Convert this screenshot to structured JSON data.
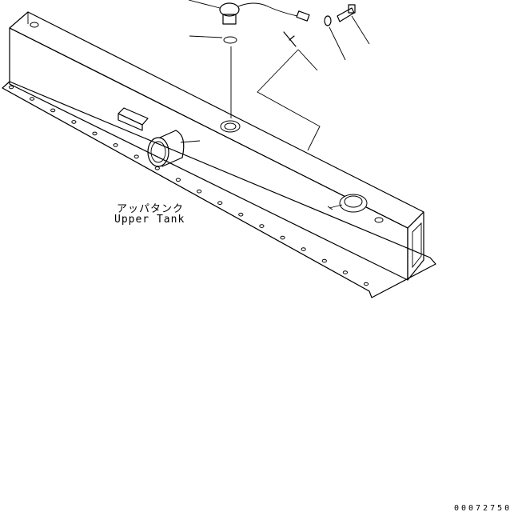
{
  "diagram": {
    "part_label_jp": "アッパタンク",
    "part_label_en": "Upper Tank",
    "drawing_number": "00072750"
  }
}
